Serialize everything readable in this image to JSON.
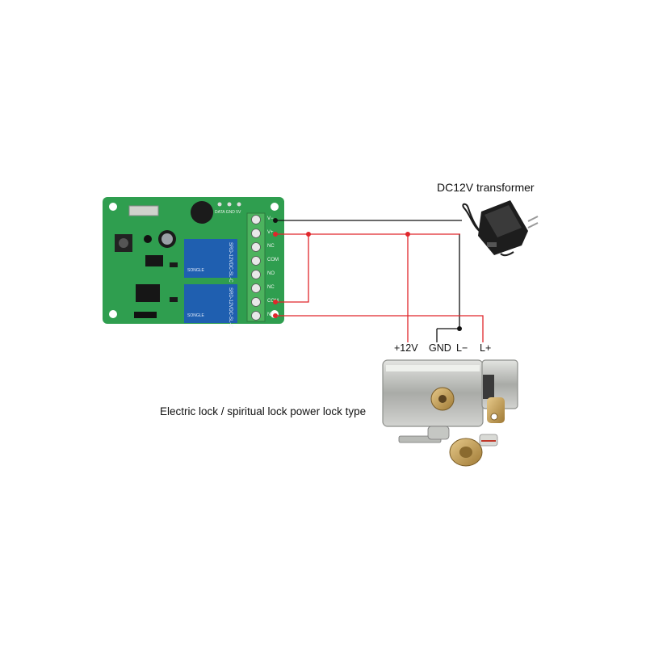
{
  "labels": {
    "transformer": "DC12V transformer",
    "lock": "Electric lock / spiritual lock power lock type"
  },
  "lock_terminals": [
    "+12V",
    "GND",
    "L−",
    "L+"
  ],
  "relay_components": {
    "relay_text": "SRD-12VDC-SL-C",
    "relay_brand": "SONGLE",
    "header_pins": "DATA GND 5V",
    "terminal_labels": [
      "V−",
      "V+",
      "NC",
      "COM",
      "NO",
      "NC",
      "COM",
      "NO"
    ]
  },
  "colors": {
    "board": "#2f9e4f",
    "relay": "#1f5fb0",
    "terminal": "#4cb35e",
    "wire_black": "#111111",
    "wire_red": "#e0262b",
    "lock_metal": "#b7b9b5",
    "brass": "#c9a35a"
  },
  "icons": [
    "relay-board-icon",
    "power-adapter-icon",
    "electric-lock-icon",
    "key-icon",
    "lock-cylinder-icon"
  ]
}
